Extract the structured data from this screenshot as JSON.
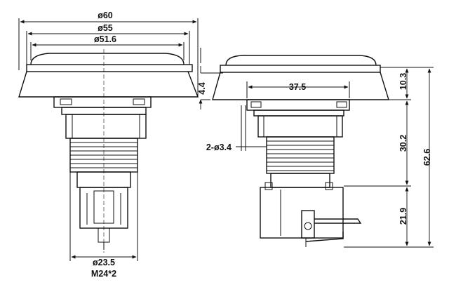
{
  "dimensions": {
    "outer_diameter": "ø60",
    "bezel_diameter": "ø55",
    "lens_diameter": "ø51.6",
    "body_width": "37.5",
    "collar_height": "4.4",
    "cap_height": "10.3",
    "body_height": "30.2",
    "total_height": "62.6",
    "switch_height": "21.9",
    "lug_holes": "2-ø3.4",
    "thread_diameter": "ø23.5",
    "thread_spec": "M24*2"
  }
}
